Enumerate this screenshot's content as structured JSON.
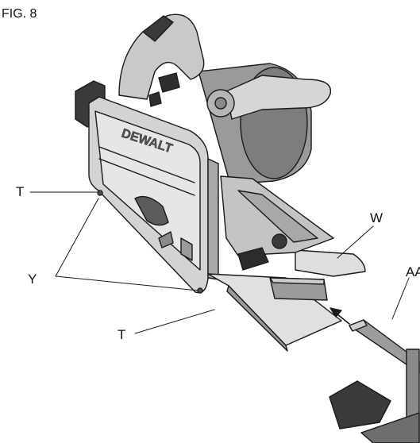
{
  "figure": {
    "title": "FIG. 8",
    "brand_text": "DEWALT",
    "callouts": {
      "t_upper": "T",
      "t_lower": "T",
      "y": "Y",
      "w": "W",
      "aa": "AA"
    }
  },
  "colors": {
    "line": "#1a1a1a",
    "body_light": "#e2e2e2",
    "body_mid": "#bdbdbd",
    "body_dark": "#6e6e6e",
    "black": "#2a2a2a"
  }
}
